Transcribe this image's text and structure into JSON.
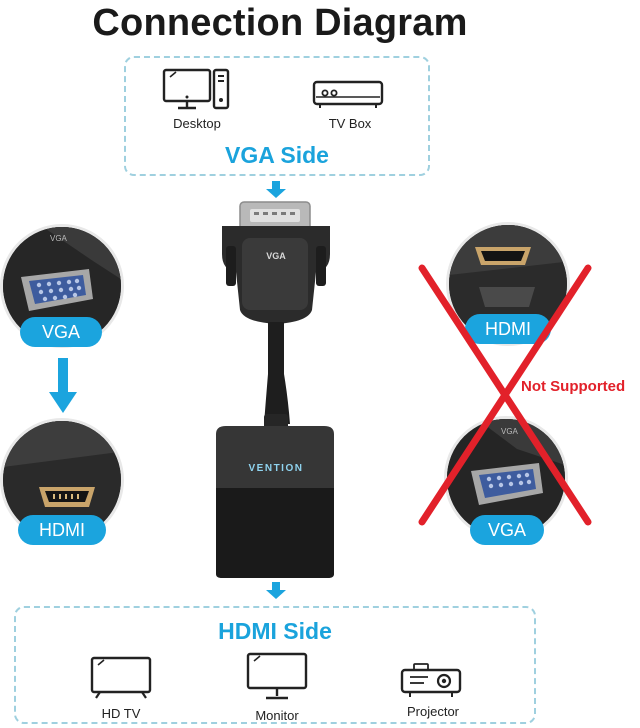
{
  "title": "Connection Diagram",
  "vga_side": {
    "label": "VGA Side",
    "devices": [
      {
        "name": "Desktop",
        "icon": "desktop-icon"
      },
      {
        "name": "TV Box",
        "icon": "tv-box-icon"
      }
    ]
  },
  "hdmi_side": {
    "label": "HDMI Side",
    "devices": [
      {
        "name": "HD TV",
        "icon": "hd-tv-icon"
      },
      {
        "name": "Monitor",
        "icon": "monitor-icon"
      },
      {
        "name": "Projector",
        "icon": "projector-icon"
      }
    ]
  },
  "adapter": {
    "connector_text": "VGA",
    "brand": "VENTION"
  },
  "left_flow": {
    "from": "VGA",
    "to": "HDMI"
  },
  "right_flow": {
    "from": "HDMI",
    "to": "VGA",
    "note": "Not Supported"
  },
  "colors": {
    "accent": "#1ba4de",
    "dashed_border": "#9fd0df",
    "cross": "#e2212a"
  }
}
